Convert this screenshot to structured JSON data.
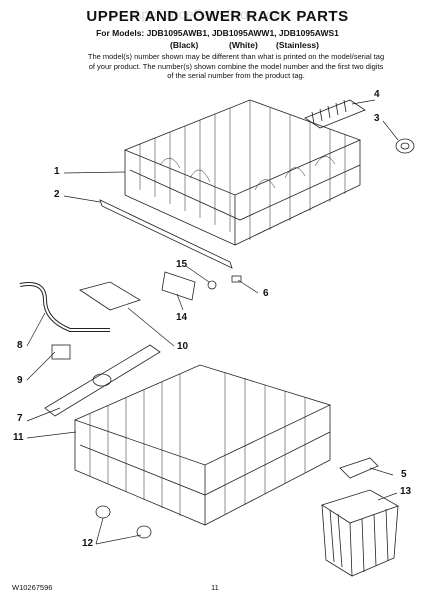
{
  "header": {
    "title": "UPPER AND LOWER RACK PARTS",
    "models_line": "For Models: JDB1095AWB1, JDB1095AWW1, JDB1095AWS1",
    "variants": [
      "(Black)",
      "(White)",
      "(Stainless)"
    ],
    "note": "The model(s) number shown may be different than what is printed on the model/serial tag of your product. The number(s) shown combine the model number and the first two digits of the serial number from the product tag."
  },
  "watermark": "AppliancePartsPros.com",
  "callouts": [
    "1",
    "2",
    "3",
    "4",
    "5",
    "6",
    "7",
    "8",
    "9",
    "10",
    "11",
    "12",
    "13",
    "14",
    "15"
  ],
  "footer": {
    "doc_number": "W10267596",
    "page_number": "11"
  }
}
